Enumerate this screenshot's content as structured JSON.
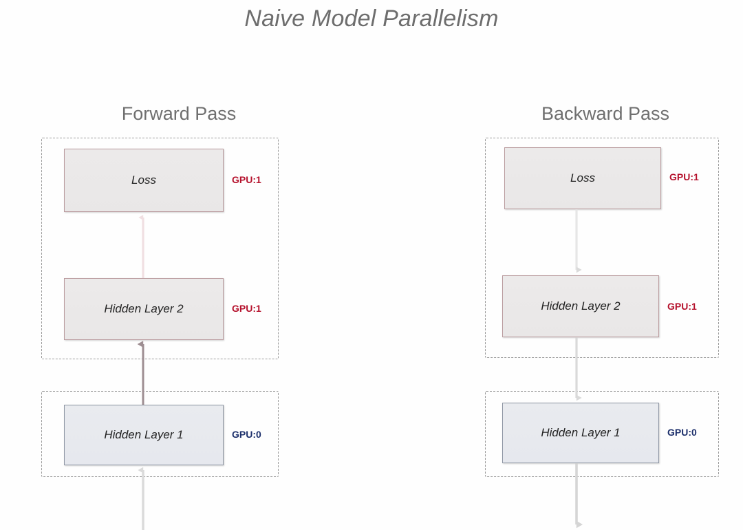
{
  "page": {
    "title": "Naive Model Parallelism",
    "background_color": "#fefefe",
    "title_color": "#6d6d6d"
  },
  "colors": {
    "gpu1_accent": "#b5112c",
    "gpu0_accent": "#1c2f6b",
    "gpu1_box_border": "#b99a9d",
    "gpu0_box_border": "#8d95a3",
    "gpu1_box_fill": "#ebe9e9",
    "gpu0_box_fill": "#e8eaef",
    "group_dash": "#9a9a9a",
    "arrow_light": "#f0e4e6",
    "arrow_mid": "#8e7f83",
    "arrow_gray": "#d8d8d8"
  },
  "forward": {
    "heading": "Forward Pass",
    "groups": [
      {
        "tag": "GPU:1",
        "accent": "red"
      },
      {
        "tag": "GPU:0",
        "accent": "blue"
      }
    ],
    "nodes": [
      {
        "label": "Loss",
        "gpu": "GPU:1"
      },
      {
        "label": "Hidden Layer 2",
        "gpu": "GPU:1"
      },
      {
        "label": "Hidden Layer 1",
        "gpu": "GPU:0"
      }
    ],
    "gpu_tags": [
      "GPU:1",
      "GPU:1",
      "GPU:0"
    ],
    "flow_direction": "upward"
  },
  "backward": {
    "heading": "Backward Pass",
    "groups": [
      {
        "tag": "GPU:1",
        "accent": "red"
      },
      {
        "tag": "GPU:0",
        "accent": "blue"
      }
    ],
    "nodes": [
      {
        "label": "Loss",
        "gpu": "GPU:1"
      },
      {
        "label": "Hidden Layer 2",
        "gpu": "GPU:1"
      },
      {
        "label": "Hidden Layer 1",
        "gpu": "GPU:0"
      }
    ],
    "gpu_tags": [
      "GPU:1",
      "GPU:1",
      "GPU:0"
    ],
    "flow_direction": "downward"
  }
}
